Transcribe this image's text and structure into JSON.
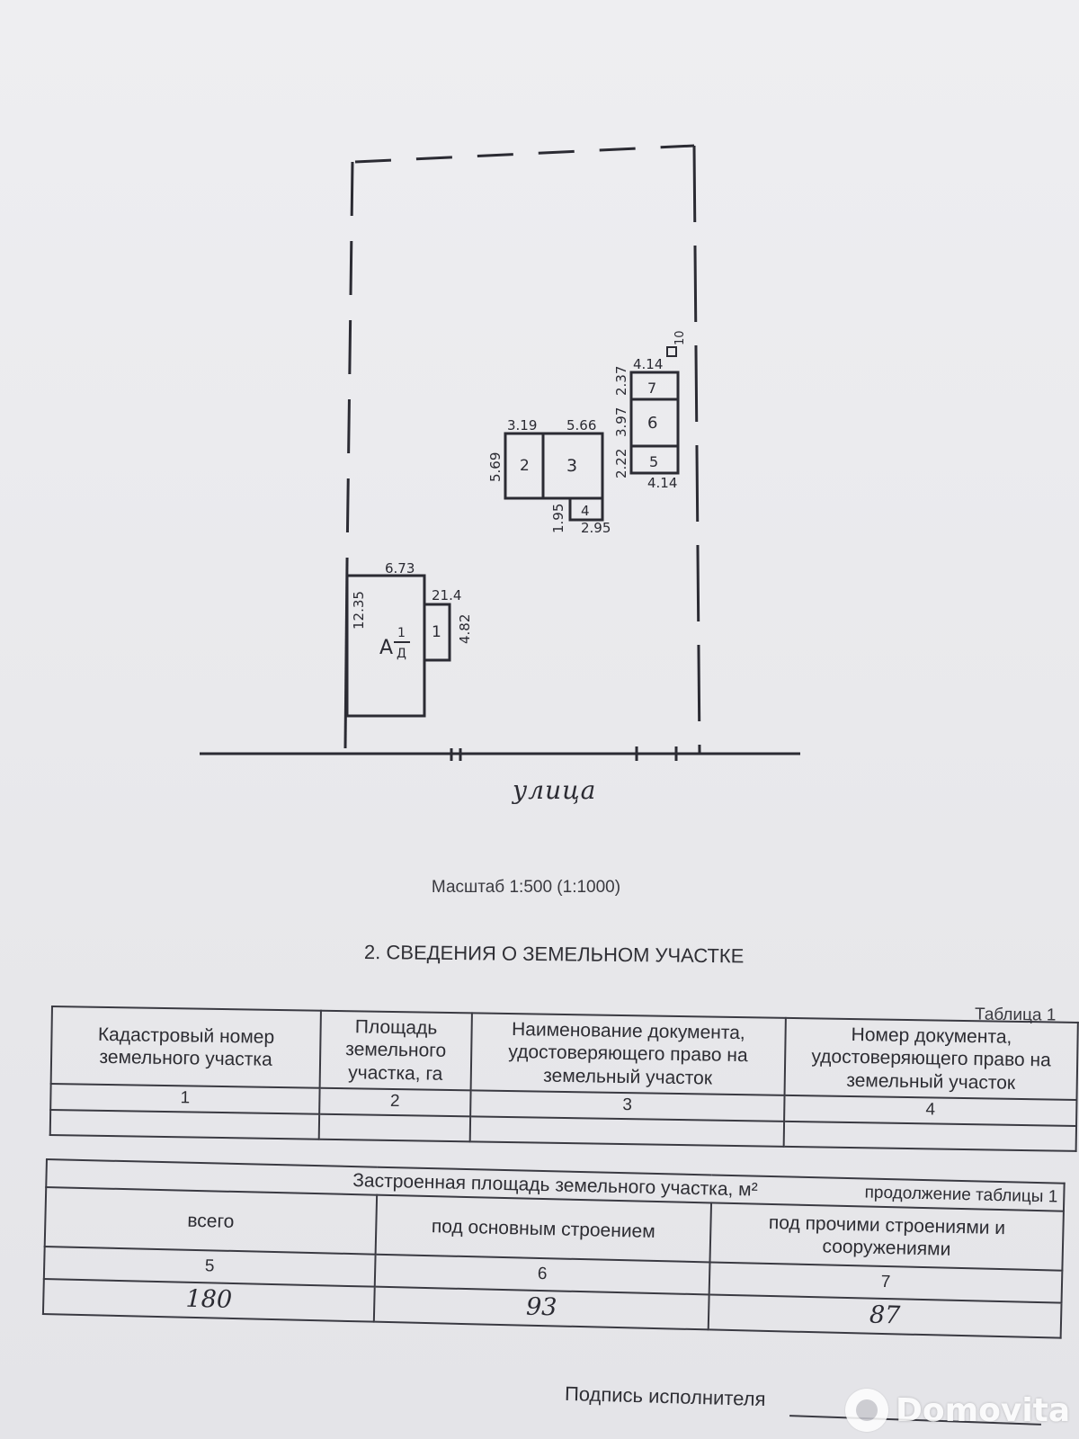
{
  "plan": {
    "street_label": "улица",
    "buildings": {
      "main": {
        "label": "А",
        "fraction_top": "1",
        "fraction_bottom": "Д",
        "dim_top": "6.73",
        "dim_left": "12.35"
      },
      "b1": {
        "label": "1",
        "dim_top": "21.4",
        "dim_right": "4.82"
      },
      "b2": {
        "label": "2",
        "dim_top": "3.19",
        "dim_left": "5.69"
      },
      "b3": {
        "label": "3",
        "dim_top": "5.66"
      },
      "b4": {
        "label": "4",
        "dim_left": "1.95",
        "dim_bottom": "2.95"
      },
      "b5": {
        "label": "5",
        "dim_left": "2.22",
        "dim_bottom": "4.14"
      },
      "b6": {
        "label": "6",
        "dim_left": "3.97"
      },
      "b7": {
        "label": "7",
        "dim_left": "2.37",
        "dim_top": "4.14"
      },
      "b10": {
        "label": "10"
      }
    }
  },
  "scale_text": "Масштаб 1:500 (1:1000)",
  "section_title": "2. СВЕДЕНИЯ О ЗЕМЕЛЬНОМ УЧАСТКЕ",
  "table1": {
    "caption": "Таблица 1",
    "headers": [
      "Кадастровый номер земельного участка",
      "Площадь земельного участка, га",
      "Наименование документа, удостоверяющего право на земельный участок",
      "Номер документа, удостоверяющего право на земельный участок"
    ],
    "numbers": [
      "1",
      "2",
      "3",
      "4"
    ]
  },
  "table2": {
    "continuation": "продолжение таблицы 1",
    "group_header": "Застроенная площадь земельного участка, м²",
    "headers": [
      "всего",
      "под основным строением",
      "под прочими строениями и сооружениями"
    ],
    "numbers": [
      "5",
      "6",
      "7"
    ],
    "values": [
      "180",
      "93",
      "87"
    ]
  },
  "signature_label": "Подпись исполнителя",
  "watermark": "Domovita"
}
